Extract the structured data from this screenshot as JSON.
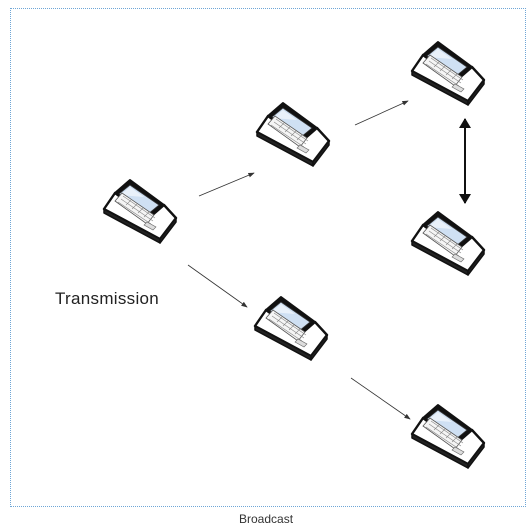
{
  "diagram": {
    "labels": {
      "transmission": "Transmission",
      "broadcast": "Broadcast"
    },
    "colors": {
      "frame": "#6fa6d6",
      "arrow": "#333333",
      "laptop_outline": "#111111",
      "screen": "#cfe0f3"
    },
    "nodes": [
      {
        "id": "laptop-source",
        "icon": "laptop-icon"
      },
      {
        "id": "laptop-upper-middle",
        "icon": "laptop-icon"
      },
      {
        "id": "laptop-top-right",
        "icon": "laptop-icon"
      },
      {
        "id": "laptop-middle-right",
        "icon": "laptop-icon"
      },
      {
        "id": "laptop-lower-middle",
        "icon": "laptop-icon"
      },
      {
        "id": "laptop-bottom-right",
        "icon": "laptop-icon"
      }
    ],
    "edges": [
      {
        "from": "laptop-source",
        "to": "laptop-upper-middle",
        "direction": "one-way"
      },
      {
        "from": "laptop-upper-middle",
        "to": "laptop-top-right",
        "direction": "one-way"
      },
      {
        "from": "laptop-top-right",
        "to": "laptop-middle-right",
        "direction": "two-way"
      },
      {
        "from": "laptop-source",
        "to": "laptop-lower-middle",
        "direction": "one-way"
      },
      {
        "from": "laptop-lower-middle",
        "to": "laptop-bottom-right",
        "direction": "one-way"
      }
    ]
  }
}
